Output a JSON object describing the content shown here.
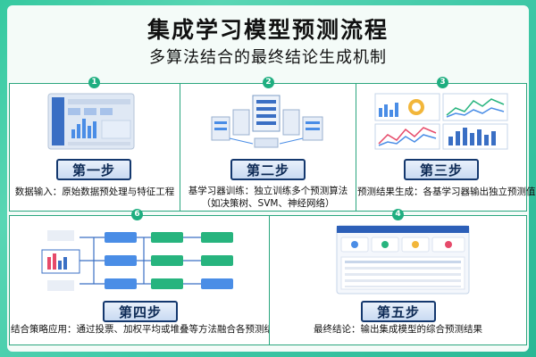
{
  "title": "集成学习模型预测流程",
  "subtitle": "多算法结合的最终结论生成机制",
  "steps": [
    {
      "num": "1",
      "label": "第一步",
      "desc": "数据输入：原始数据预处理与特征工程"
    },
    {
      "num": "2",
      "label": "第二步",
      "desc_line1": "基学习器训练：独立训练多个预测算法",
      "desc_line2": "（如决策树、SVM、神经网络）"
    },
    {
      "num": "3",
      "label": "第三步",
      "desc": "预测结果生成：各基学习器输出独立预测值"
    },
    {
      "num": "6",
      "label": "第四步",
      "desc": "结合策略应用：通过投票、加权平均或堆叠等方法融合各预测结果"
    },
    {
      "num": "4",
      "label": "第五步",
      "desc": "最终结论：输出集成模型的综合预测结果"
    }
  ],
  "colors": {
    "accent": "#1fae80",
    "border": "#2aa67e",
    "button_border": "#14386e",
    "chart_blue": "#4a8de6"
  }
}
